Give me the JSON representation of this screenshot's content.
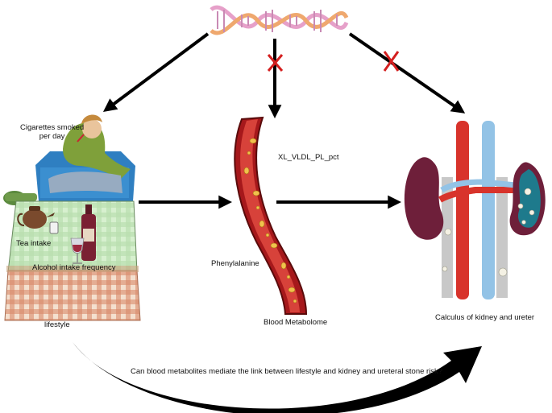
{
  "labels": {
    "cigarettes": "Cigarettes smoked\nper day",
    "tea": "Tea intake",
    "alcohol": "Alcohol intake frequency",
    "lifestyle": "lifestyle",
    "xl_vldl": "XL_VLDL_PL_pct",
    "phenylalanine": "Phenylalanine",
    "blood_metabolome": "Blood Metabolome",
    "calculus": "Calculus of kidney and ureter",
    "question": "Can blood metabolites mediate the link between lifestyle and kidney and ureteral stone risk?"
  },
  "colors": {
    "dna_pink": "#d98cc0",
    "dna_orange": "#efa86e",
    "vessel_red": "#c0392b",
    "kidney_maroon": "#6e1f3a",
    "ureter_blue": "#93c3e6",
    "ureter_red": "#d8332b",
    "cross_red": "#d41f1f",
    "tablecloth_green": "#c9e9c0"
  },
  "icons": [
    "dna-helix-icon",
    "smoking-man-icon",
    "blood-vessel-icon",
    "kidney-ureter-icon",
    "tea-pot-icon",
    "wine-bottle-icon"
  ]
}
